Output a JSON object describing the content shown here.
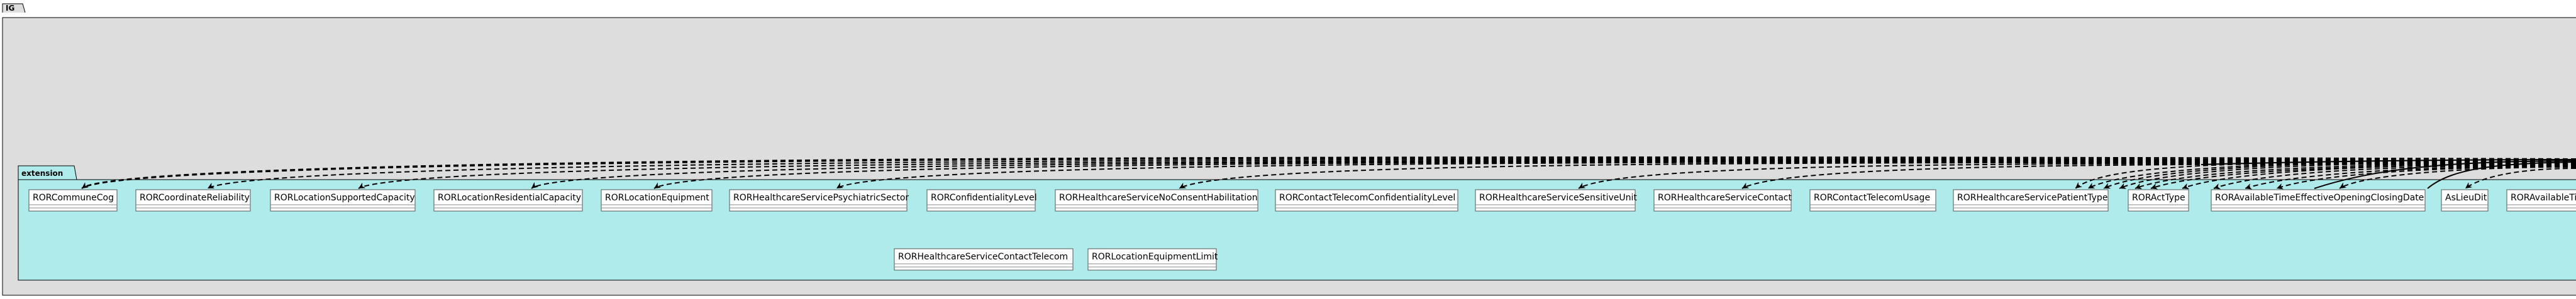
{
  "packages": {
    "outer": {
      "name": "IG"
    },
    "inner": {
      "name": "extension"
    }
  },
  "colors": {
    "outer_fill": "#DDDDDD",
    "inner_fill": "#B0EBEC",
    "class_fill": "#FFFFFF",
    "stroke": "#000000",
    "edge": "#000000"
  },
  "classes": [
    {
      "id": "c1",
      "label": "RORCommuneCog"
    },
    {
      "id": "c2",
      "label": "RORCoordinateReliability"
    },
    {
      "id": "c3",
      "label": "RORLocationSupportedCapacity"
    },
    {
      "id": "c4",
      "label": "RORLocationResidentialCapacity"
    },
    {
      "id": "c5",
      "label": "RORLocationEquipment"
    },
    {
      "id": "c6",
      "label": "RORHealthcareServicePsychiatricSector"
    },
    {
      "id": "c7",
      "label": "RORConfidentialityLevel"
    },
    {
      "id": "c8",
      "label": "RORHealthcareServiceNoConsentHabilitation"
    },
    {
      "id": "c9",
      "label": "RORContactTelecomConfidentialityLevel"
    },
    {
      "id": "c10",
      "label": "RORHealthcareServiceSensitiveUnit"
    },
    {
      "id": "c11",
      "label": "RORHealthcareServiceContact"
    },
    {
      "id": "c12",
      "label": "RORContactTelecomUsage"
    },
    {
      "id": "c13",
      "label": "RORHealthcareServicePatientType"
    },
    {
      "id": "c14",
      "label": "RORActType"
    },
    {
      "id": "c15",
      "label": "RORAvailableTimeEffectiveOpeningClosingDate"
    },
    {
      "id": "c16",
      "label": "AsLieuDit"
    },
    {
      "id": "c17",
      "label": "RORAvailableTi"
    },
    {
      "id": "c18",
      "label": "RORHealthcareServiceContactTelecom"
    },
    {
      "id": "c19",
      "label": "RORLocationEquipmentLimit"
    }
  ]
}
